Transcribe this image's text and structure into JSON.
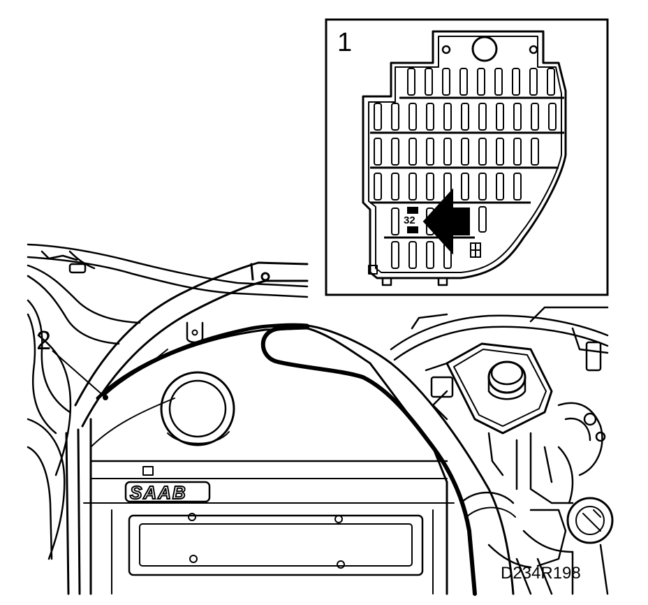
{
  "callouts": {
    "inset": "1",
    "engine": "2"
  },
  "fuse_box": {
    "highlighted_fuse": "32"
  },
  "engine_cover": {
    "brand": "SAAB"
  },
  "figure_ref": "D234R198",
  "colors": {
    "ink": "#000000",
    "paper": "#ffffff"
  }
}
